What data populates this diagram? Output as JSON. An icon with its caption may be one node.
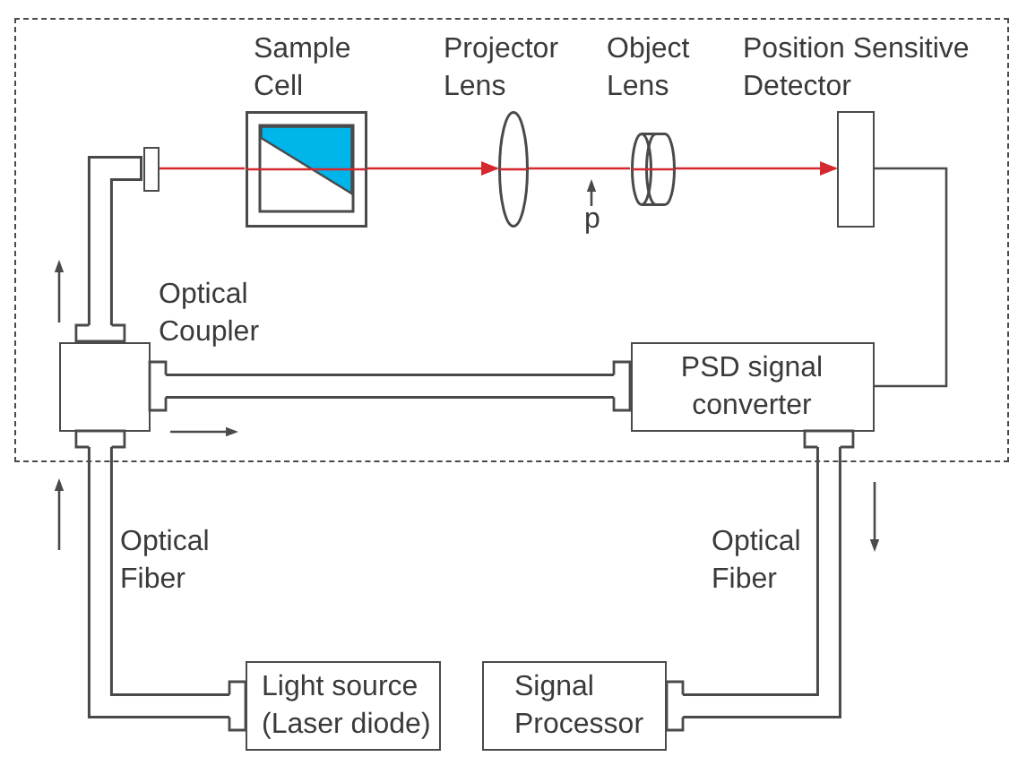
{
  "diagram": {
    "nodes": [
      {
        "text": [],
        "shape": "box"
      },
      {
        "text": [
          "Sample Cell"
        ],
        "in": 0
      },
      {
        "text": [
          "Projector Lens"
        ],
        "in": 0
      },
      {
        "text": [
          "Object Lens"
        ],
        "in": 0
      },
      {
        "text": [
          "Position Sensitive Detector"
        ],
        "in": 0
      },
      {
        "text": [],
        "shape": "box",
        "in": 0
      },
      {
        "text": [
          "Optical Coupler"
        ],
        "in": 0
      },
      {
        "text": [
          "PSD signal converter"
        ],
        "in": 0
      },
      {
        "text": [
          "Light source (Laser diode)"
        ]
      },
      {
        "text": [
          "Signal Processor"
        ]
      }
    ],
    "edges": [
      {
        "from": 8,
        "to": 6,
        "arrow": "none",
        "style": "thick",
        "label": "Optical Fiber"
      },
      {
        "from": 6,
        "to": 5,
        "arrow": "none",
        "style": "thick"
      },
      {
        "from": 5,
        "to": 1,
        "arrow": "none",
        "color": "#d42a2f"
      },
      {
        "from": 1,
        "to": 2,
        "arrow": "to",
        "color": "#d42a2f"
      },
      {
        "from": 2,
        "to": 3,
        "arrow": "none",
        "color": "#d42a2f"
      },
      {
        "from": 3,
        "to": 4,
        "arrow": "to",
        "color": "#d42a2f"
      },
      {
        "from": 4,
        "to": 7,
        "arrow": "none"
      },
      {
        "from": 6,
        "to": 7,
        "arrow": "none",
        "style": "thick"
      },
      {
        "from": 7,
        "to": 9,
        "arrow": "none",
        "style": "thick",
        "label": "Optical Fiber"
      }
    ],
    "labels": [
      "p"
    ]
  }
}
